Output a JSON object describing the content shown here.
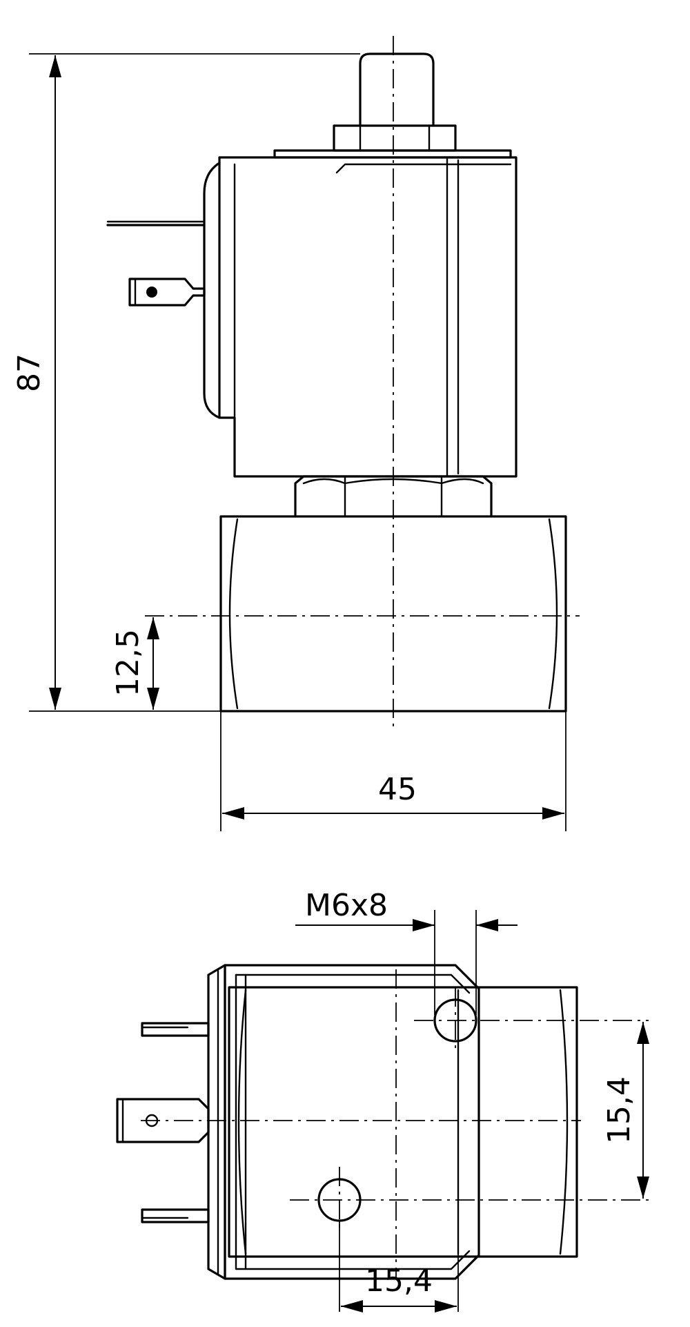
{
  "side_view": {
    "dim_height": "87",
    "dim_axis": "12,5",
    "dim_width": "45"
  },
  "top_view": {
    "dim_thread": "M6x8",
    "dim_vertical": "15,4",
    "dim_horizontal": "15,4"
  }
}
